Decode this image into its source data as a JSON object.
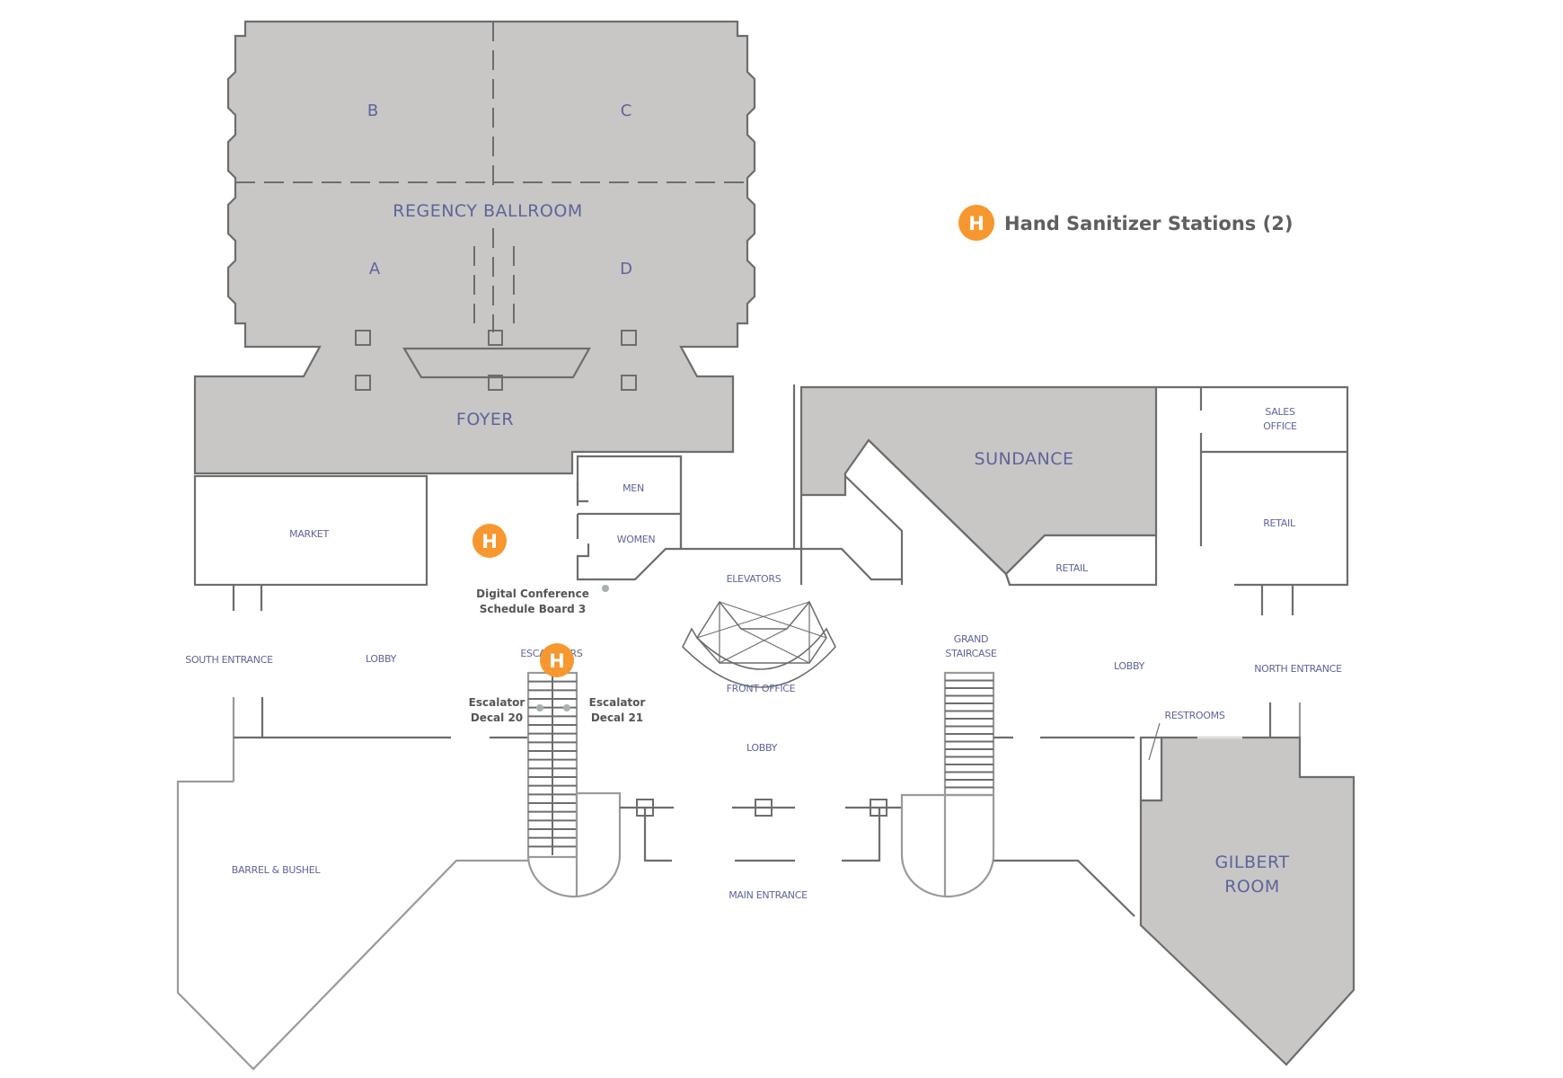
{
  "legend": {
    "icon_letter": "H",
    "label": "Hand Sanitizer Stations (2)",
    "icon_color": "#f7972f"
  },
  "colors": {
    "meeting_room_fill": "#c8c7c6",
    "label_text": "#5e6499",
    "annotation_text": "#555555",
    "wall": "#6d6d6d"
  },
  "rooms": {
    "regency_ballroom": "REGENCY BALLROOM",
    "section_a": "A",
    "section_b": "B",
    "section_c": "C",
    "section_d": "D",
    "foyer": "FOYER",
    "market": "MARKET",
    "men": "MEN",
    "women": "WOMEN",
    "sundance": "SUNDANCE",
    "retail_small": "RETAIL",
    "sales_office_line1": "SALES",
    "sales_office_line2": "OFFICE",
    "retail_right": "RETAIL",
    "elevators": "ELEVATORS",
    "front_office": "FRONT OFFICE",
    "south_entrance": "SOUTH ENTRANCE",
    "lobby_left": "LOBBY",
    "escalators": "ESCALATORS",
    "lobby_center": "LOBBY",
    "grand_staircase_line1": "GRAND",
    "grand_staircase_line2": "STAIRCASE",
    "lobby_right": "LOBBY",
    "north_entrance": "NORTH ENTRANCE",
    "restrooms": "RESTROOMS",
    "barrel_bushel": "BARREL & BUSHEL",
    "main_entrance": "MAIN ENTRANCE",
    "gilbert_line1": "GILBERT",
    "gilbert_line2": "ROOM"
  },
  "annotations": {
    "schedule_board_line1": "Digital Conference",
    "schedule_board_line2": "Schedule Board 3",
    "decal_20_line1": "Escalator",
    "decal_20_line2": "Decal 20",
    "decal_21_line1": "Escalator",
    "decal_21_line2": "Decal 21"
  },
  "sanitizer_markers": [
    {
      "letter": "H",
      "location": "Lobby near Market"
    },
    {
      "letter": "H",
      "location": "Top of Escalators"
    }
  ]
}
